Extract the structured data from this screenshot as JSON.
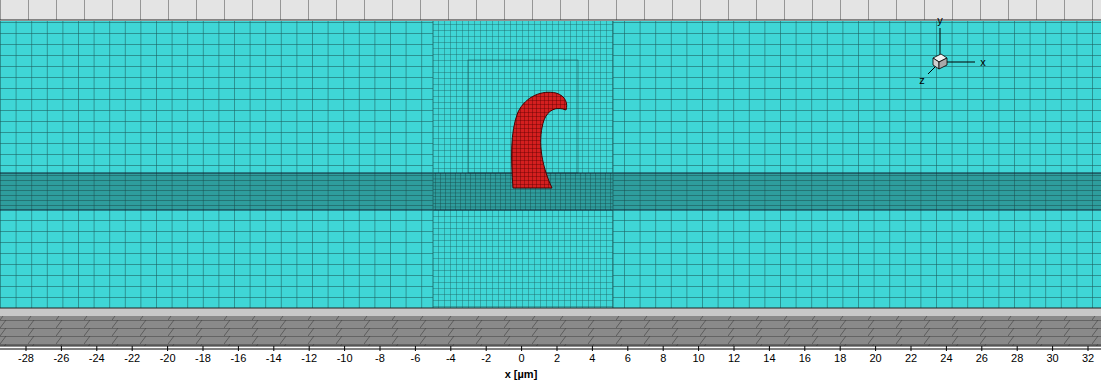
{
  "diagram": {
    "labels": [
      "-28",
      "-26",
      "-24",
      "-22",
      "-20",
      "-18",
      "-16",
      "-14",
      "-12",
      "-10",
      "-8",
      "-6",
      "-4",
      "-2",
      "0",
      "2",
      "4",
      "6",
      "8",
      "10",
      "12",
      "14",
      "16",
      "18",
      "20",
      "22",
      "24",
      "26",
      "28",
      "30",
      "32",
      "x [µm]",
      "y",
      "x",
      "z"
    ]
  }
}
